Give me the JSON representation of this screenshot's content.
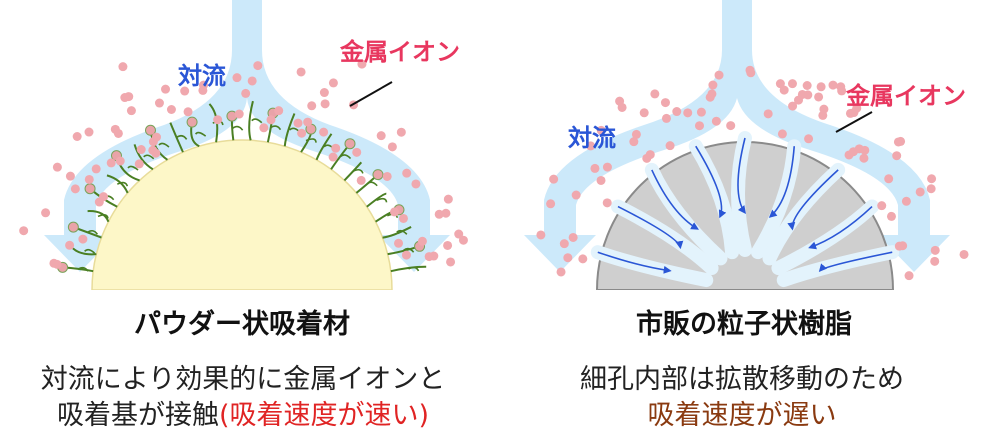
{
  "left_panel": {
    "label_convection": "対流",
    "label_metal_ion": "金属イオン",
    "title": "パウダー状吸着材",
    "caption_line1": "対流により効果的に金属イオンと",
    "caption_line2_a": "吸着基が接触",
    "caption_line2_b": "(吸着速度が速い)"
  },
  "right_panel": {
    "label_convection": "対流",
    "label_metal_ion": "金属イオン",
    "title": "市販の粒子状樹脂",
    "caption_line1": "細孔内部は拡散移動のため",
    "caption_line2": "吸着速度が遅い"
  },
  "colors": {
    "flow_arrow": "#cce9fa",
    "convection_text": "#2a56d6",
    "ion_text": "#e8375f",
    "ion_dot": "#f0a8ae",
    "powder_particle": "#fdf7c8",
    "resin_particle": "#cfcfcf",
    "ligand": "#4a7f23",
    "highlight_red": "#e02424",
    "highlight_brown": "#8a3a10"
  }
}
